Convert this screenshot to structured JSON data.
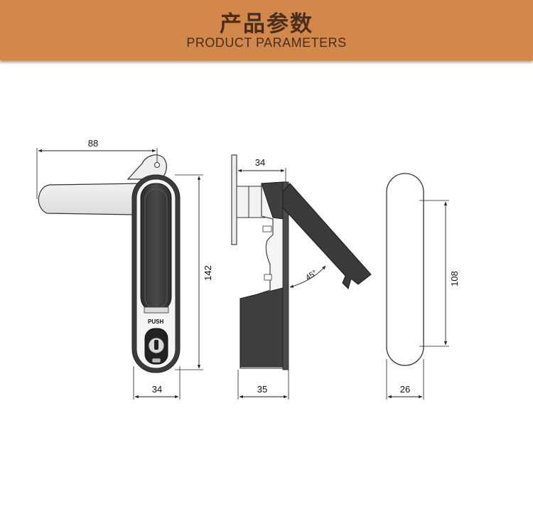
{
  "header": {
    "title_cn": "产品参数",
    "title_en": "PRODUCT PARAMETERS"
  },
  "front_view": {
    "handle_length": "88",
    "height": "142",
    "width": "34",
    "button_label": "PUSH"
  },
  "side_view": {
    "handle_offset": "34",
    "depth": "35",
    "open_angle": "45°"
  },
  "seal_view": {
    "length": "108",
    "width": "26"
  },
  "colors": {
    "banner": "#d2874b",
    "banner_text": "#4a2e1c",
    "body_dark": "#3a3a3a",
    "dim_line": "#222222"
  }
}
